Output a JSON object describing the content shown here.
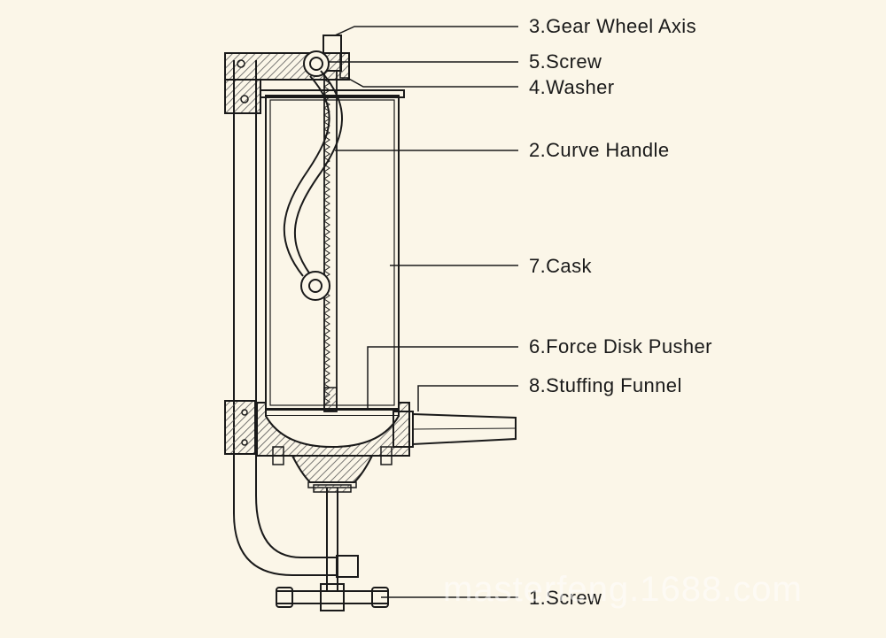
{
  "diagram": {
    "labels": {
      "gear_wheel_axis": "3.Gear Wheel Axis",
      "screw_top": "5.Screw",
      "washer": "4.Washer",
      "curve_handle": "2.Curve Handle",
      "cask": "7.Cask",
      "force_disk_pusher": "6.Force Disk Pusher",
      "stuffing_funnel": "8.Stuffing Funnel",
      "screw_bottom": "1.Screw"
    },
    "watermark": "masterfeng.1688.com",
    "colors": {
      "background": "#fbf6e8",
      "line": "#1a1a1a",
      "hatch": "#555555"
    }
  }
}
